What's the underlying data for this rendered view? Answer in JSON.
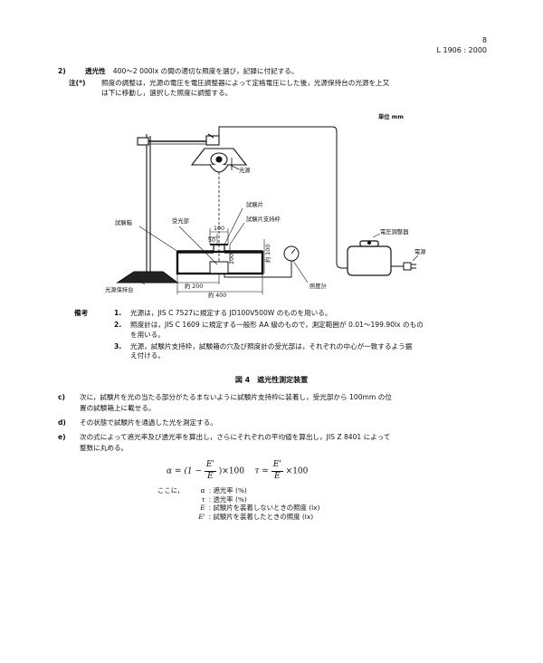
{
  "header": {
    "page": "8",
    "code": "L 1906 : 2000"
  },
  "sec2": {
    "label": "2)",
    "term": "透光性",
    "text": "400～2 000lx の間の適切な照度を選び，記録に付記する。",
    "note_label": "注(*)",
    "note_line1": "照度の調整は，光源の電圧を電圧調整器によって定格電圧にした後，光源保持台の光源を上又",
    "note_line2": "は下に移動し，選択した照度に調整する。"
  },
  "figure": {
    "unit": "単位 mm",
    "labels": {
      "light_source": "光源",
      "specimen": "試験片",
      "test_box": "試験箱",
      "receiver": "受光部",
      "specimen_frame": "試験片支持枠",
      "voltage_regulator": "電圧調整器",
      "power": "電源",
      "light_stand": "光源保持台",
      "lux_meter": "照度計"
    },
    "dims": {
      "d100_top": "100",
      "d50": "50",
      "d100_vert": "100",
      "d100_right": "約 100",
      "d200": "約 200",
      "d400": "約 400"
    },
    "caption": "図 4　遮光性測定装置"
  },
  "remarks": {
    "label": "備考",
    "items": [
      {
        "num": "1.",
        "text": "光源は，JIS C 7527に規定する JD100V500W のものを用いる。"
      },
      {
        "num": "2.",
        "text": "照度計は，JIS C 1609 に規定する一般形 AA 級のもので，測定範囲が 0.01～199.90lx のもの",
        "text2": "を用いる。"
      },
      {
        "num": "3.",
        "text": "光源，試験片支持枠，試験箱の穴及び照度計の受光部は，それぞれの中心が一致するよう据",
        "text2": "え付ける。"
      }
    ]
  },
  "steps": [
    {
      "mark": "c)",
      "line1": "次に，試験片を光の当たる部分がたるまないように試験片支持枠に装着し，受光部から 100mm の位",
      "line2": "置の試験箱上に載せる。"
    },
    {
      "mark": "d)",
      "line1": "その状態で試験片を通過した光を測定する。",
      "line2": ""
    },
    {
      "mark": "e)",
      "line1": "次の式によって遮光率及び透光率を算出し，さらにそれぞれの平均値を算出し，JIS Z 8401 によって",
      "line2": "整数に丸める。"
    }
  ],
  "formula": {
    "alpha": "α = (1 −",
    "num": "E'",
    "den": "E",
    "times100a": ")×100",
    "tau": "τ =",
    "times100b": "×100"
  },
  "where": {
    "intro": "ここに，",
    "defs": [
      {
        "sym": "α",
        "desc": ": 遮光率 (%)"
      },
      {
        "sym": "τ",
        "desc": ": 透光率 (%)"
      },
      {
        "sym": "E",
        "desc": ": 試験片を装着しないときの照度 (lx)"
      },
      {
        "sym": "E'",
        "desc": ": 試験片を装着したときの照度 (lx)"
      }
    ]
  }
}
